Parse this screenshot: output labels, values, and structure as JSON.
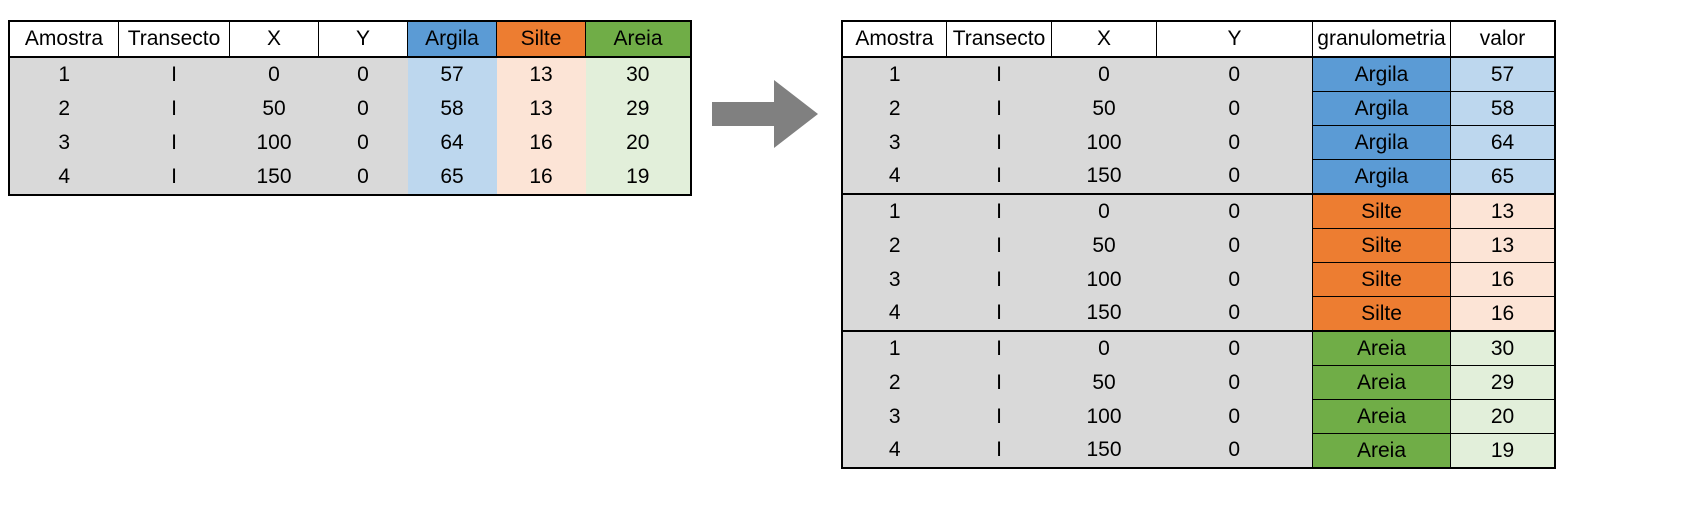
{
  "colors": {
    "id_bg": "#d9d9d9",
    "argila_dark": "#5b9bd5",
    "argila_light": "#bdd7ee",
    "silte_dark": "#ed7d31",
    "silte_light": "#fce4d6",
    "areia_dark": "#70ad47",
    "areia_light": "#e2efda",
    "arrow": "#808080"
  },
  "wide_table": {
    "headers": [
      "Amostra",
      "Transecto",
      "X",
      "Y",
      "Argila",
      "Silte",
      "Areia"
    ],
    "rows": [
      [
        "1",
        "I",
        "0",
        "0",
        "57",
        "13",
        "30"
      ],
      [
        "2",
        "I",
        "50",
        "0",
        "58",
        "13",
        "29"
      ],
      [
        "3",
        "I",
        "100",
        "0",
        "64",
        "16",
        "20"
      ],
      [
        "4",
        "I",
        "150",
        "0",
        "65",
        "16",
        "19"
      ]
    ]
  },
  "arrow_icon": "right-arrow-icon",
  "long_table": {
    "headers": [
      "Amostra",
      "Transecto",
      "X",
      "Y",
      "granulometria",
      "valor"
    ],
    "rows": [
      [
        "1",
        "I",
        "0",
        "0",
        "Argila",
        "57"
      ],
      [
        "2",
        "I",
        "50",
        "0",
        "Argila",
        "58"
      ],
      [
        "3",
        "I",
        "100",
        "0",
        "Argila",
        "64"
      ],
      [
        "4",
        "I",
        "150",
        "0",
        "Argila",
        "65"
      ],
      [
        "1",
        "I",
        "0",
        "0",
        "Silte",
        "13"
      ],
      [
        "2",
        "I",
        "50",
        "0",
        "Silte",
        "13"
      ],
      [
        "3",
        "I",
        "100",
        "0",
        "Silte",
        "16"
      ],
      [
        "4",
        "I",
        "150",
        "0",
        "Silte",
        "16"
      ],
      [
        "1",
        "I",
        "0",
        "0",
        "Areia",
        "30"
      ],
      [
        "2",
        "I",
        "50",
        "0",
        "Areia",
        "29"
      ],
      [
        "3",
        "I",
        "100",
        "0",
        "Areia",
        "20"
      ],
      [
        "4",
        "I",
        "150",
        "0",
        "Areia",
        "19"
      ]
    ]
  }
}
